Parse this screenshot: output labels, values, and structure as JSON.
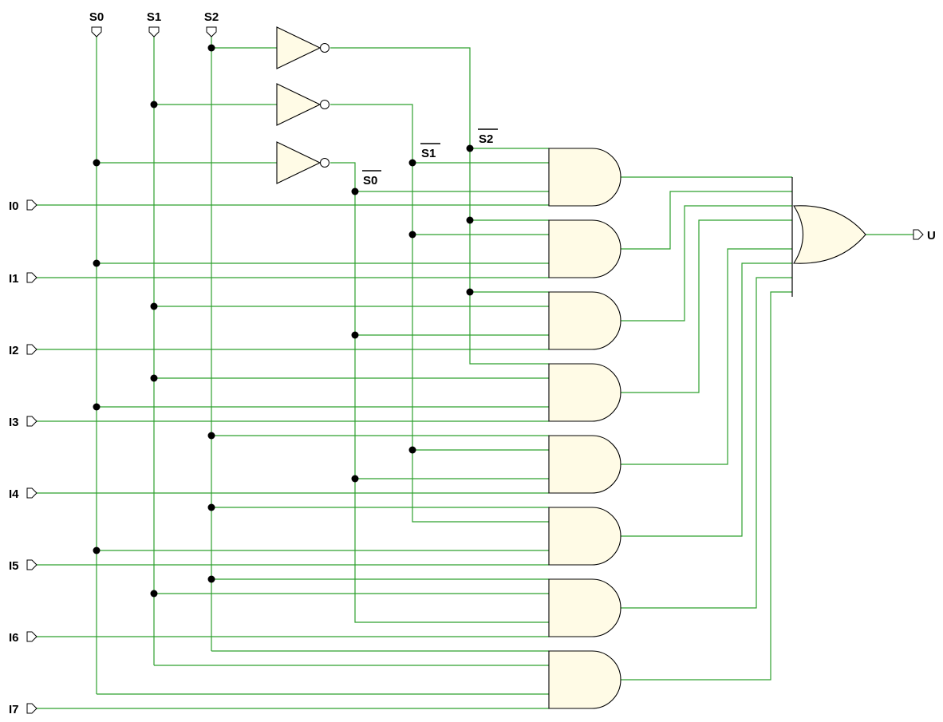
{
  "select_inputs": [
    "S0",
    "S1",
    "S2"
  ],
  "data_inputs": [
    "I0",
    "I1",
    "I2",
    "I3",
    "I4",
    "I5",
    "I6",
    "I7"
  ],
  "inverted_labels": [
    "S0",
    "S1",
    "S2"
  ],
  "output": "U",
  "colors": {
    "wire": "#2ea02e",
    "gate_fill": "#fffbe6",
    "outline": "#000000"
  }
}
